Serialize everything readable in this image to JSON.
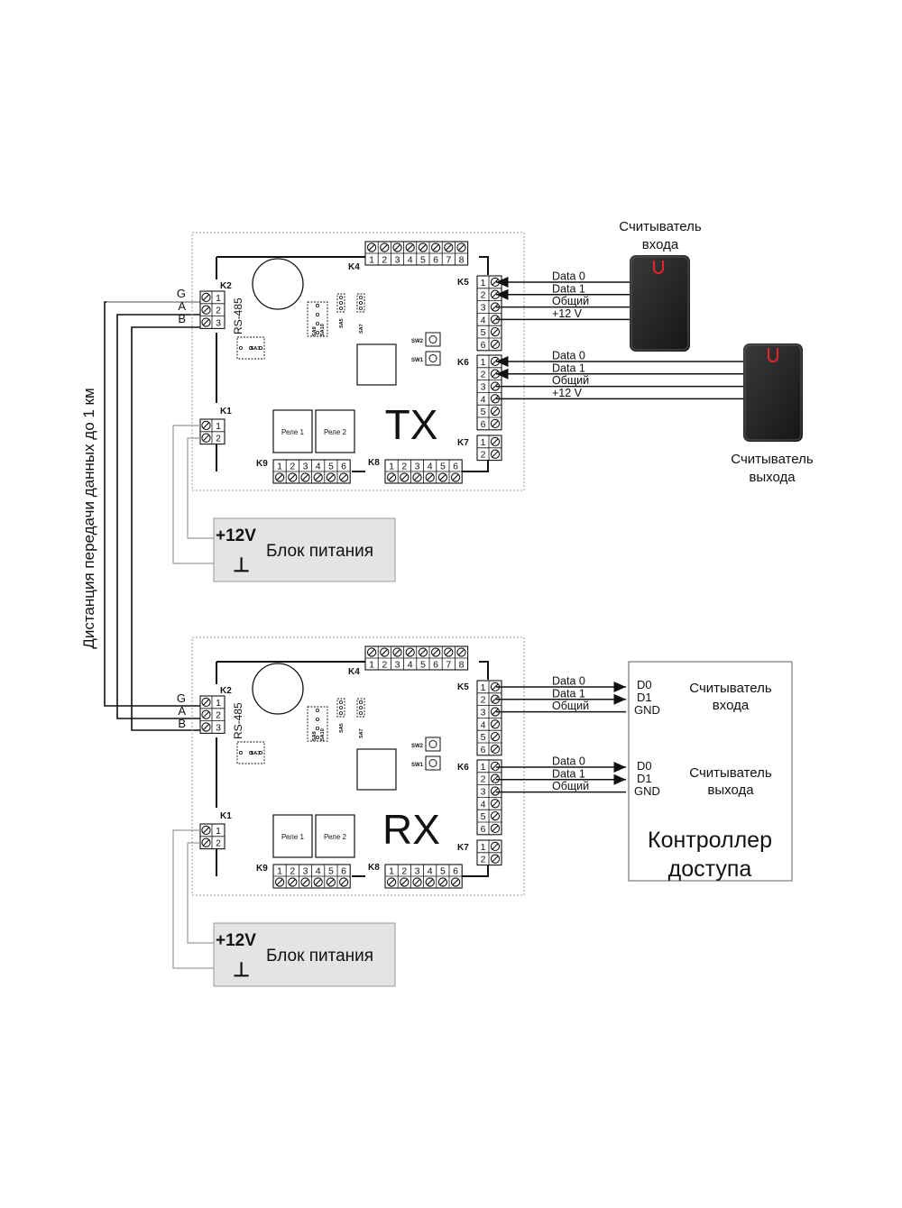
{
  "distance_label": "Дистанция передачи данных до 1 км",
  "boards": [
    {
      "id": "tx",
      "title": "TX",
      "k2": {
        "label": "K2",
        "bus": "RS-485",
        "pins": [
          "1",
          "2",
          "3"
        ],
        "lines": [
          "G",
          "A",
          "B"
        ]
      },
      "k1": {
        "label": "K1",
        "pins": [
          "1",
          "2"
        ]
      },
      "k4": {
        "label": "K4",
        "pins": [
          "1",
          "2",
          "3",
          "4",
          "5",
          "6",
          "7",
          "8"
        ]
      },
      "k5": {
        "label": "K5",
        "pins": [
          "1",
          "2",
          "3",
          "4",
          "5",
          "6"
        ]
      },
      "k6": {
        "label": "K6",
        "pins": [
          "1",
          "2",
          "3",
          "4",
          "5",
          "6"
        ]
      },
      "k7": {
        "label": "K7",
        "pins": [
          "1",
          "2"
        ]
      },
      "k8": {
        "label": "K8",
        "pins": [
          "1",
          "2",
          "3",
          "4",
          "5",
          "6"
        ]
      },
      "k9": {
        "label": "K9",
        "pins": [
          "1",
          "2",
          "3",
          "4",
          "5",
          "6"
        ]
      },
      "relays": [
        "Реле 1",
        "Реле 2"
      ],
      "switches": [
        "SW2",
        "SW1"
      ],
      "jumpers": [
        "SA3",
        "SA9",
        "SA10",
        "SA5",
        "SA7"
      ],
      "power": {
        "voltage": "+12V",
        "ground": "⊥",
        "label": "Блок питания"
      }
    },
    {
      "id": "rx",
      "title": "RX",
      "k2": {
        "label": "K2",
        "bus": "RS-485",
        "pins": [
          "1",
          "2",
          "3"
        ],
        "lines": [
          "G",
          "A",
          "B"
        ]
      },
      "k1": {
        "label": "K1",
        "pins": [
          "1",
          "2"
        ]
      },
      "k4": {
        "label": "K4",
        "pins": [
          "1",
          "2",
          "3",
          "4",
          "5",
          "6",
          "7",
          "8"
        ]
      },
      "k5": {
        "label": "K5",
        "pins": [
          "1",
          "2",
          "3",
          "4",
          "5",
          "6"
        ]
      },
      "k6": {
        "label": "K6",
        "pins": [
          "1",
          "2",
          "3",
          "4",
          "5",
          "6"
        ]
      },
      "k7": {
        "label": "K7",
        "pins": [
          "1",
          "2"
        ]
      },
      "k8": {
        "label": "K8",
        "pins": [
          "1",
          "2",
          "3",
          "4",
          "5",
          "6"
        ]
      },
      "k9": {
        "label": "K9",
        "pins": [
          "1",
          "2",
          "3",
          "4",
          "5",
          "6"
        ]
      },
      "relays": [
        "Реле 1",
        "Реле 2"
      ],
      "switches": [
        "SW2",
        "SW1"
      ],
      "jumpers": [
        "SA3",
        "SA9",
        "SA10",
        "SA5",
        "SA7"
      ],
      "power": {
        "voltage": "+12V",
        "ground": "⊥",
        "label": "Блок питания"
      }
    }
  ],
  "tx_wires": {
    "k5": [
      "Data 0",
      "Data 1",
      "Общий",
      "+12 V"
    ],
    "k6": [
      "Data 0",
      "Data 1",
      "Общий",
      "+12 V"
    ]
  },
  "rx_wires": {
    "k5": [
      "Data 0",
      "Data 1",
      "Общий"
    ],
    "k6": [
      "Data 0",
      "Data 1",
      "Общий"
    ]
  },
  "reader_entry": {
    "label_line1": "Считыватель",
    "label_line2": "входа"
  },
  "reader_exit": {
    "label_line1": "Считыватель",
    "label_line2": "выхода"
  },
  "controller": {
    "title_line1": "Контроллер",
    "title_line2": "доступа",
    "entry": {
      "pins": [
        "D0",
        "D1",
        "GND"
      ],
      "label_line1": "Считыватель",
      "label_line2": "входа"
    },
    "exit": {
      "pins": [
        "D0",
        "D1",
        "GND"
      ],
      "label_line1": "Считыватель",
      "label_line2": "выхода"
    }
  },
  "colors": {
    "line": "#111111",
    "wire_gray": "#9a9a9a",
    "power_fill": "#e4e4e4",
    "reader_body": "#262626",
    "reader_led": "#e8232f"
  }
}
